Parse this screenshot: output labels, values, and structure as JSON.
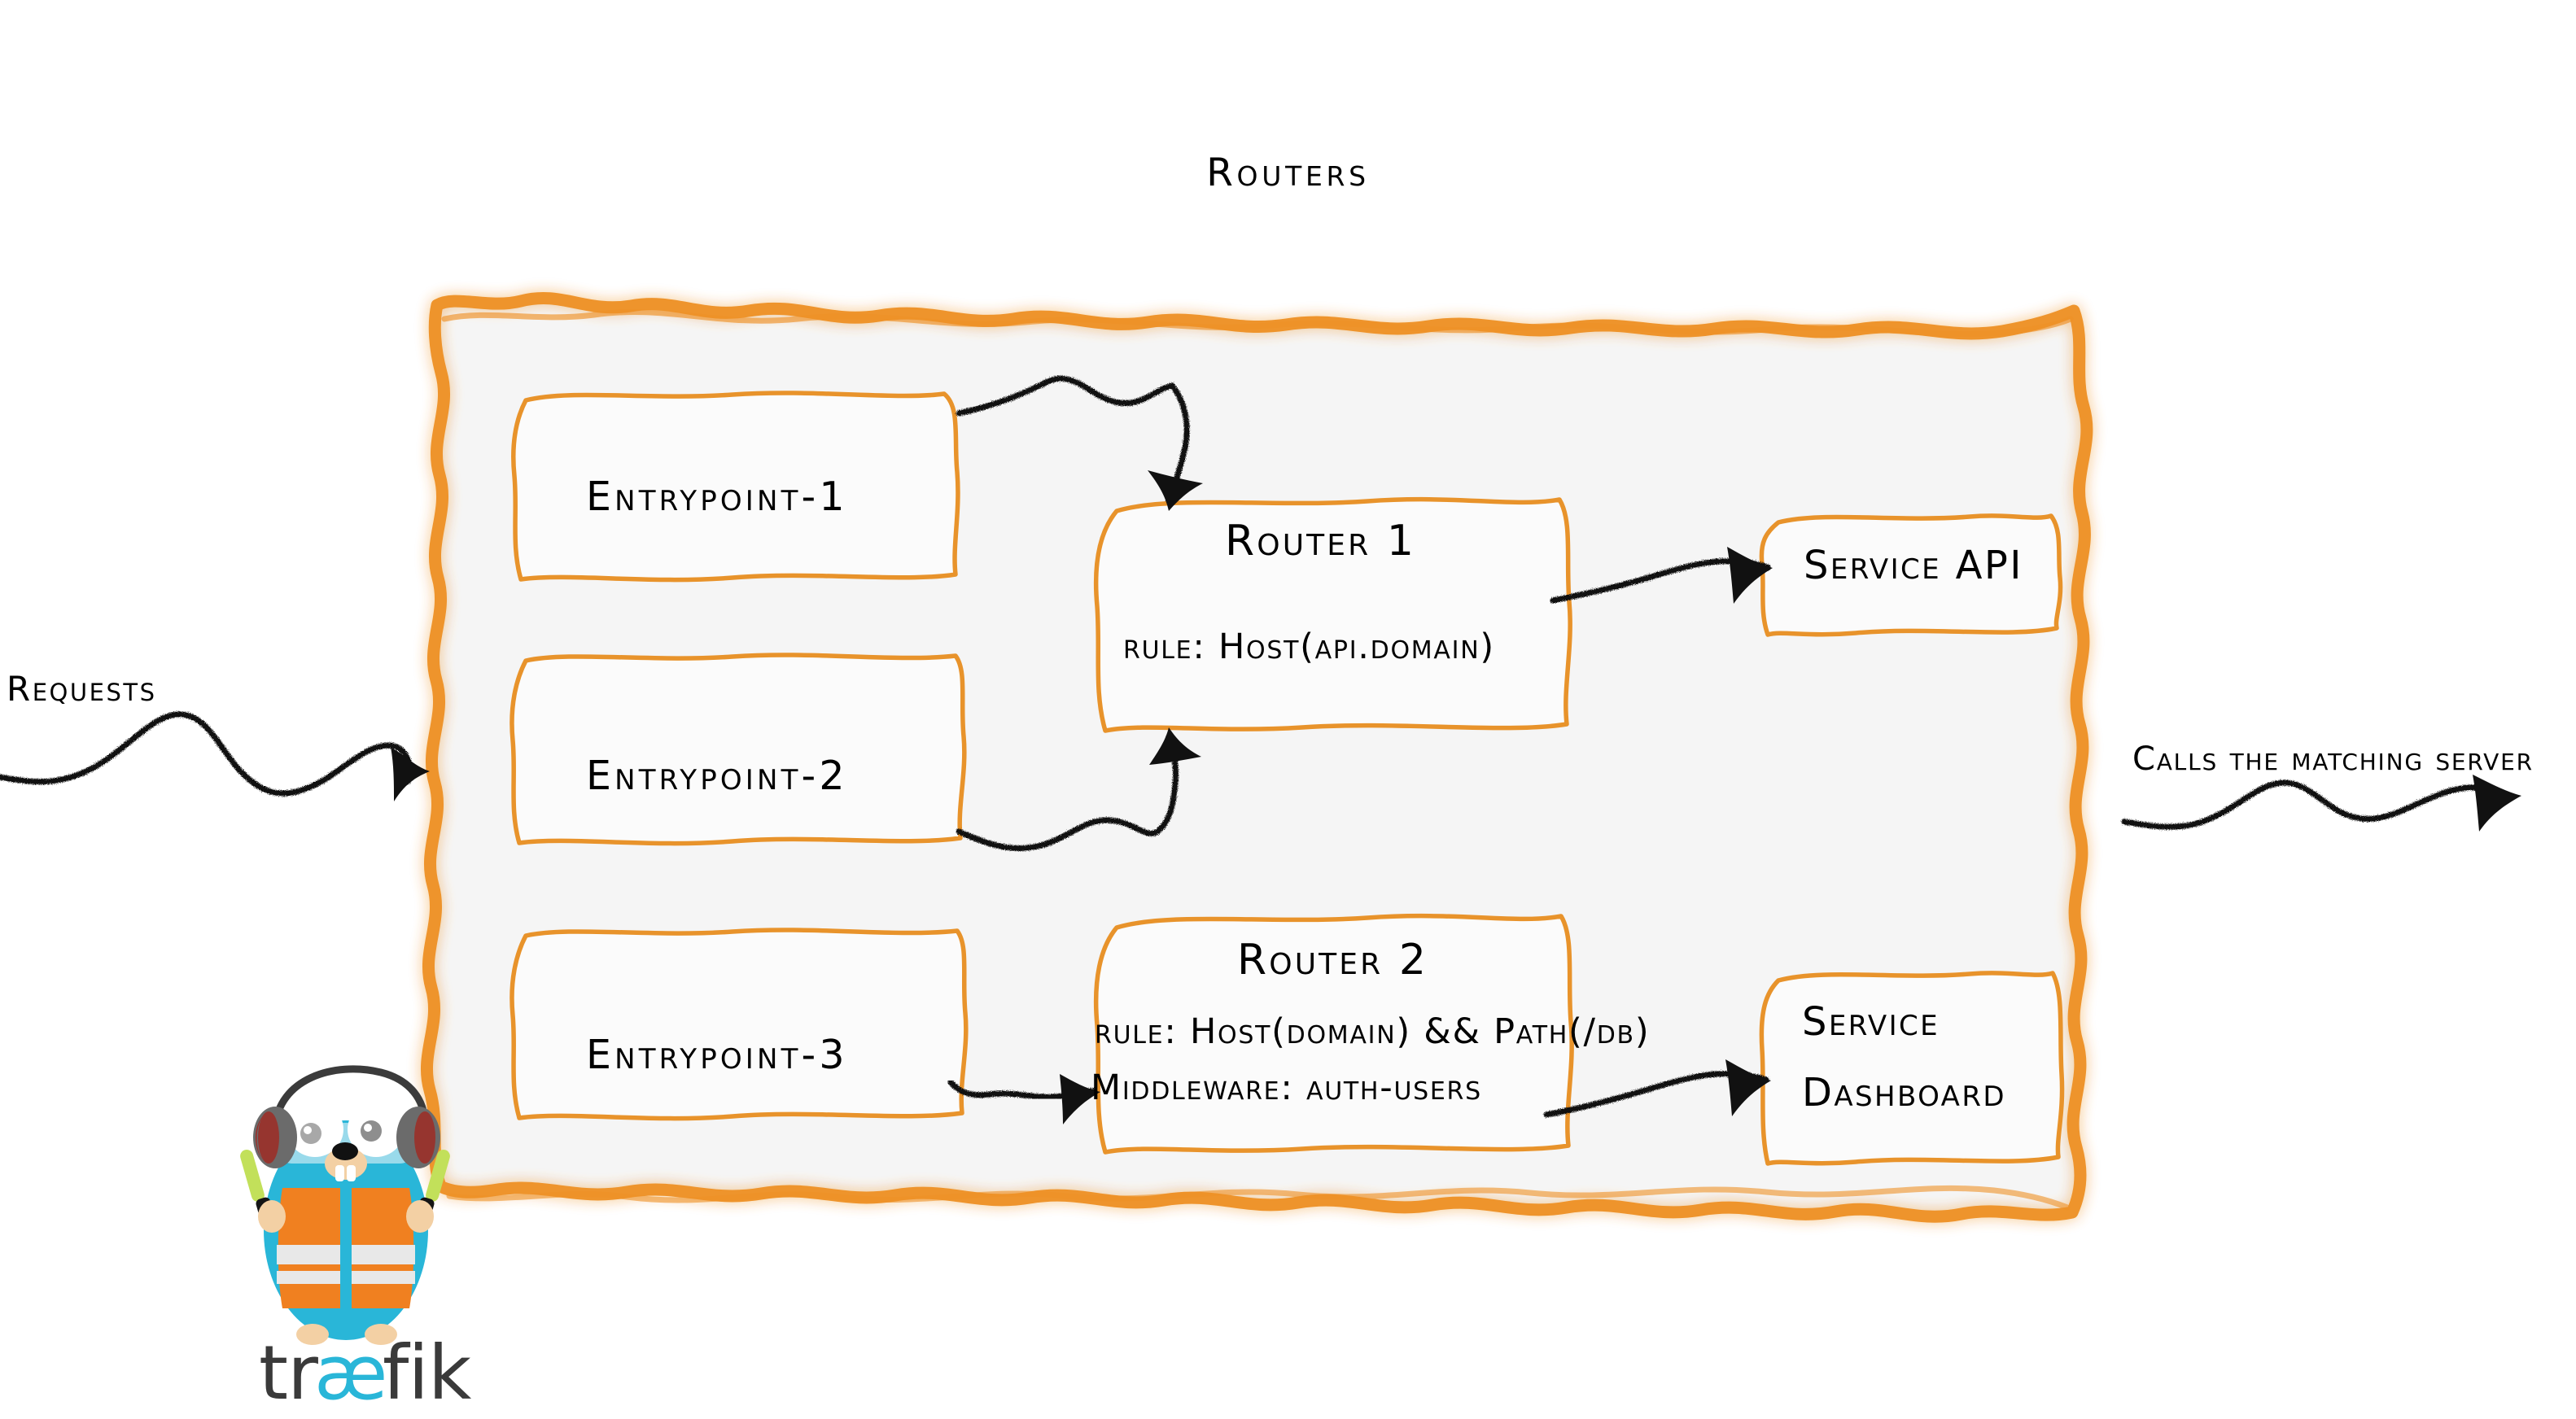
{
  "diagram": {
    "title": "Routers",
    "type": "traefik-routing-architecture",
    "container": {
      "name": "routers-container",
      "fill": "#f5f5f5",
      "border_color": "#ee9126",
      "style": "hand-drawn-brush"
    },
    "colors": {
      "accent_orange": "#ee9126",
      "box_border": "#e8932b",
      "box_fill": "#fbfbfb",
      "ink_black": "#111111",
      "gopher_body": "#29b6d8",
      "gopher_vest": "#f08020",
      "logo_text": "#3a3a3a",
      "logo_ae": "#29b6d8"
    }
  },
  "entrypoints": [
    {
      "id": "entrypoint-1",
      "label": "Entrypoint-1"
    },
    {
      "id": "entrypoint-2",
      "label": "Entrypoint-2"
    },
    {
      "id": "entrypoint-3",
      "label": "Entrypoint-3"
    }
  ],
  "routers": [
    {
      "id": "router-1",
      "title": "Router 1",
      "rule": "rule: Host(api.domain)",
      "middleware": null
    },
    {
      "id": "router-2",
      "title": "Router 2",
      "rule": "rule: Host(domain) && Path(/db)",
      "middleware": "Middleware: auth-users"
    }
  ],
  "services": [
    {
      "id": "service-api",
      "lines": [
        "Service API"
      ]
    },
    {
      "id": "service-dashboard",
      "lines": [
        "Service",
        "Dashboard"
      ]
    }
  ],
  "annotations": {
    "incoming": "Requests",
    "outgoing": "Calls the matching server"
  },
  "arrows": [
    {
      "id": "requests-arrow",
      "from": "Requests",
      "to": "routers-container"
    },
    {
      "id": "ep1-to-router1",
      "from": "entrypoint-1",
      "to": "router-1"
    },
    {
      "id": "ep2-to-router1",
      "from": "entrypoint-2",
      "to": "router-1"
    },
    {
      "id": "ep3-to-router2",
      "from": "entrypoint-3",
      "to": "router-2"
    },
    {
      "id": "router1-to-service-api",
      "from": "router-1",
      "to": "service-api"
    },
    {
      "id": "router2-to-service-dashboard",
      "from": "router-2",
      "to": "service-dashboard"
    },
    {
      "id": "calls-arrow",
      "from": "routers-container",
      "to": "Calls the matching server"
    }
  ],
  "brand": {
    "logo_name": "traefik",
    "logo_parts": {
      "pre": "tr",
      "ae": "æ",
      "post": "fik"
    },
    "mascot": "traefik-gopher-mascot"
  }
}
